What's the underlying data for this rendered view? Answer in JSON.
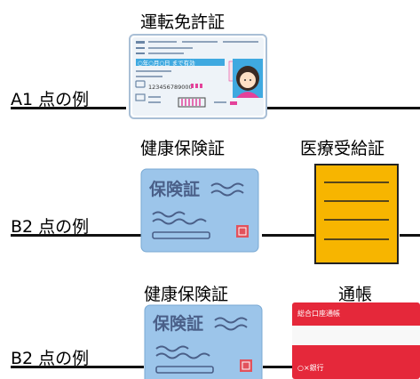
{
  "rows": [
    {
      "label": "A1 点の例",
      "cards": [
        {
          "title": "運転免許証"
        }
      ]
    },
    {
      "label": "B2 点の例",
      "cards": [
        {
          "title": "健康保険証"
        },
        {
          "title": "医療受給証"
        }
      ]
    },
    {
      "label": "B2 点の例",
      "cards": [
        {
          "title": "健康保険証"
        },
        {
          "title": "通帳"
        }
      ]
    }
  ],
  "license_card": {
    "number_text": "123456789000",
    "expiry_text": "○年○月○日 まで有効",
    "vertical_label": "運転免許証"
  },
  "insurance_card": {
    "title_text": "保険証"
  },
  "passbook": {
    "header_text": "総合口座通帳",
    "bank_text": "○×銀行"
  },
  "colors": {
    "insurance_blue": "#9cc5ea",
    "medical_yellow": "#f7b500",
    "passbook_red": "#e5283a",
    "license_blue": "#3fa9e0",
    "license_frame": "#a9bfd6"
  }
}
